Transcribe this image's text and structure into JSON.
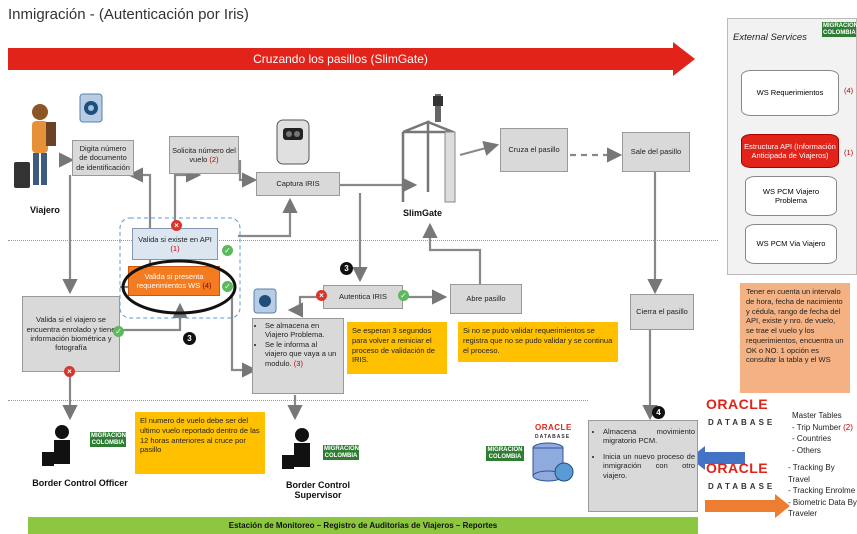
{
  "title": "Inmigración - (Autenticación por Iris)",
  "banner": "Cruzando los pasillos (SlimGate)",
  "actors": {
    "viajero": "Viajero",
    "slimgate": "SlimGate",
    "officer": "Border Control Officer",
    "supervisor": "Border Control Supervisor"
  },
  "boxes": {
    "digita": "Digita número de documento de identificación",
    "solicita": "Solicita número del vuelo",
    "solicita_ref": "(2)",
    "captura": "Captura IRIS",
    "valida_api": "Valida si existe en API",
    "valida_api_ref": "(1)",
    "valida_ws": "Valida si presenta requerimientos WS",
    "valida_ws_ref": "(4)",
    "enrolado": "Valida si el viajero se encuentra enrolado y tiene información biométrica y fotografía",
    "almacena_1": "Se almacena en Viajero Problema.",
    "almacena_2": "Se le informa al viajero que vaya a un modulo.",
    "almacena_ref": "(3)",
    "autentica": "Autentica IRIS",
    "abre": "Abre pasillo",
    "cruza": "Cruza el pasillo",
    "sale": "Sale del pasillo",
    "cierra": "Cierra el pasillo",
    "pcm_1": "Almacena movimiento migratorio PCM.",
    "pcm_2": "Inicia un nuevo proceso de inmigración con otro viajero."
  },
  "notes": {
    "espera": "Se esperan 3 segundos para volver a reiniciar el proceso de validación de IRIS.",
    "no_valida": "Si no se pudo validar requerimientos se registra que no se pudo validar y se continua el proceso.",
    "vuelo": "El numero de vuelo debe ser del ultimo vuelo reportado dentro de las 12 horas anteriores al cruce por pasillo",
    "intervalo": "Tener en cuenta un intervalo de hora, fecha de nacimiento y cédula, rango de fecha del API, existe y nro. de vuelo, se trae el vuelo y los requerimientos, encuentra un OK o NO. 1 opción es consultar la tabla y el WS"
  },
  "numbers": {
    "n3a": "3",
    "n3b": "3",
    "n4": "4"
  },
  "external": {
    "title": "External Services",
    "ws_req": "WS Requerimientos",
    "ws_req_ref": "(4)",
    "api": "Estructura API (Información Anticipada de Viajeros)",
    "api_ref": "(1)",
    "pcm_prob": "WS PCM Viajero Problema",
    "pcm_via": "WS PCM Via Viajero"
  },
  "oracle": {
    "brand": "ORACLE",
    "db": "DATABASE"
  },
  "migracion": "MIGRACIÓN COLOMBIA",
  "master": {
    "heading": "Master Tables",
    "trip": "Trip Number",
    "trip_ref": "(2)",
    "countries": "Countries",
    "others": "Others",
    "tracking": [
      "Tracking By Travel",
      "Tracking Enrolme",
      "Biometric Data By Traveler"
    ]
  },
  "footer": "Estación de Monitoreo – Registro de Auditorias de Viajeros – Reportes",
  "colors": {
    "banner": "#e2231a",
    "note": "#ffc000",
    "footer": "#8dc63f",
    "pink": "#f4b183",
    "orange_box": "#f47b20"
  }
}
